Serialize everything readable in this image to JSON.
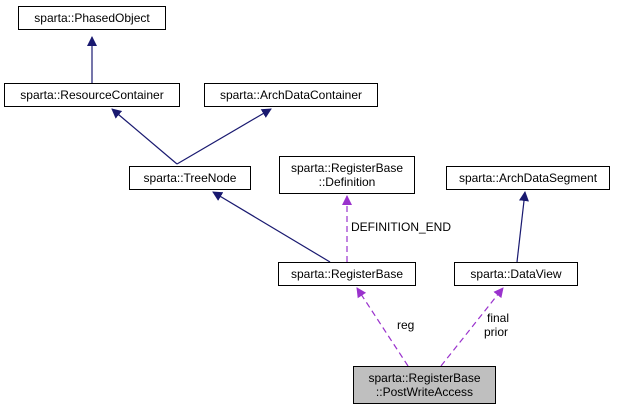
{
  "colors": {
    "inheritance_edge": "#191970",
    "usage_edge": "#9a32cd",
    "current_node_fill": "#bfbfbf",
    "node_fill": "#ffffff",
    "node_border": "#000000"
  },
  "nodes": {
    "phased_object": {
      "label": "sparta::PhasedObject"
    },
    "resource_container": {
      "label": "sparta::ResourceContainer"
    },
    "arch_data_container": {
      "label": "sparta::ArchDataContainer"
    },
    "tree_node": {
      "label": "sparta::TreeNode"
    },
    "register_base_definition": {
      "line1": "sparta::RegisterBase",
      "line2": "::Definition"
    },
    "arch_data_segment": {
      "label": "sparta::ArchDataSegment"
    },
    "register_base": {
      "label": "sparta::RegisterBase"
    },
    "data_view": {
      "label": "sparta::DataView"
    },
    "post_write_access": {
      "line1": "sparta::RegisterBase",
      "line2": "::PostWriteAccess"
    }
  },
  "edge_labels": {
    "definition_end": "DEFINITION_END",
    "reg": "reg",
    "final": "final",
    "prior": "prior"
  }
}
